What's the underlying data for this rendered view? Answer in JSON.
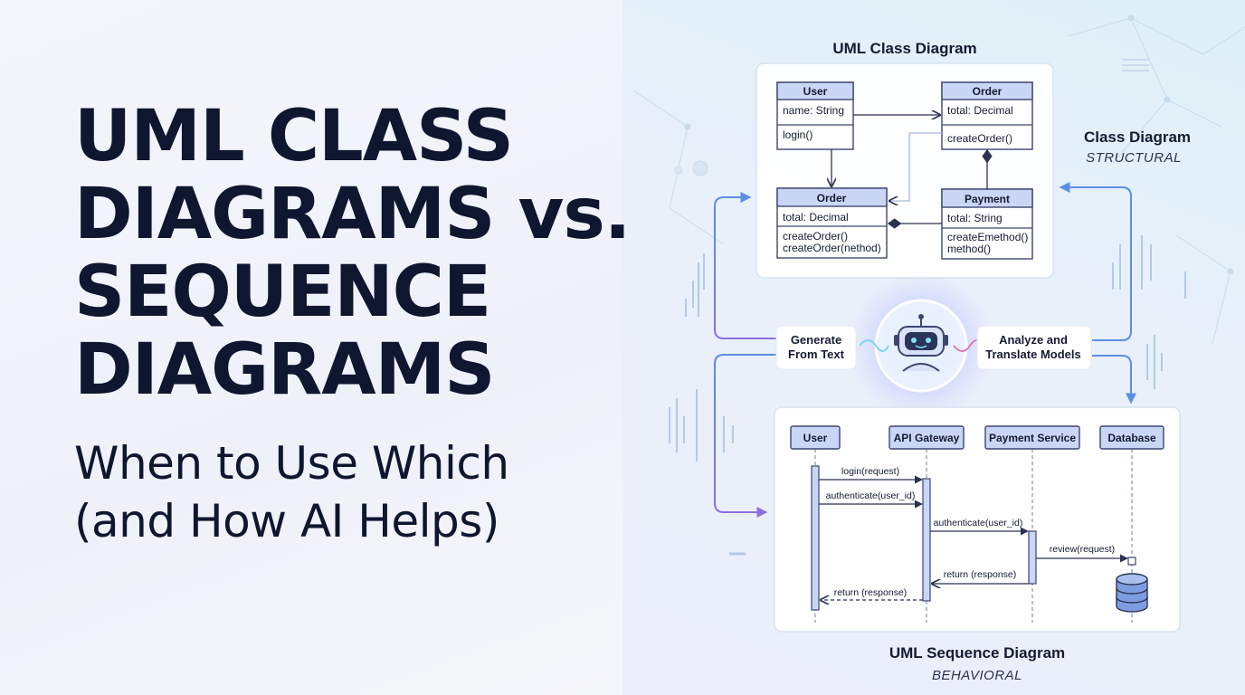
{
  "headline": {
    "line1": "UML CLASS",
    "line2": "DIAGRAMS vs.",
    "line3": "SEQUENCE",
    "line4": "DIAGRAMS"
  },
  "subheadline": {
    "line1": "When to Use Which",
    "line2": "(and How AI Helps)"
  },
  "class_diagram": {
    "title": "UML Class Diagram",
    "side_label": "Class Diagram",
    "side_tag": "STRUCTURAL",
    "classes": [
      {
        "name": "User",
        "attributes": [
          "name: String"
        ],
        "methods": [
          "login()"
        ]
      },
      {
        "name": "Order",
        "attributes": [
          "total: Decimal"
        ],
        "methods": [
          "createOrder()"
        ]
      },
      {
        "name": "Order",
        "attributes": [
          "total: Decimal"
        ],
        "methods": [
          "createOrder()",
          "createOrder(nethod)"
        ]
      },
      {
        "name": "Payment",
        "attributes": [
          "total: String"
        ],
        "methods": [
          "createEmethod()",
          "method()"
        ]
      }
    ]
  },
  "ai_hub": {
    "left_label_line1": "Generate",
    "left_label_line2": "From Text",
    "right_label_line1": "Analyze and",
    "right_label_line2": "Translate Models",
    "icon": "robot-icon"
  },
  "sequence_diagram": {
    "title": "UML Sequence Diagram",
    "tag": "BEHAVIORAL",
    "participants": [
      "User",
      "API Gateway",
      "Payment Service",
      "Database"
    ],
    "messages": [
      {
        "label": "login(request)",
        "type": "call"
      },
      {
        "label": "authenticate(user_id)",
        "type": "call"
      },
      {
        "label": "authenticate(user_id)",
        "type": "call"
      },
      {
        "label": "review(request)",
        "type": "call"
      },
      {
        "label": "return (response)",
        "type": "return"
      },
      {
        "label": "return (response)",
        "type": "return"
      }
    ]
  },
  "colors": {
    "headline": "#0e1630",
    "class_header": "#c9d6f5",
    "box_border": "#3c4670",
    "flow_arrow": "#5b8ee6",
    "accent_purple": "#8a6fe0"
  }
}
